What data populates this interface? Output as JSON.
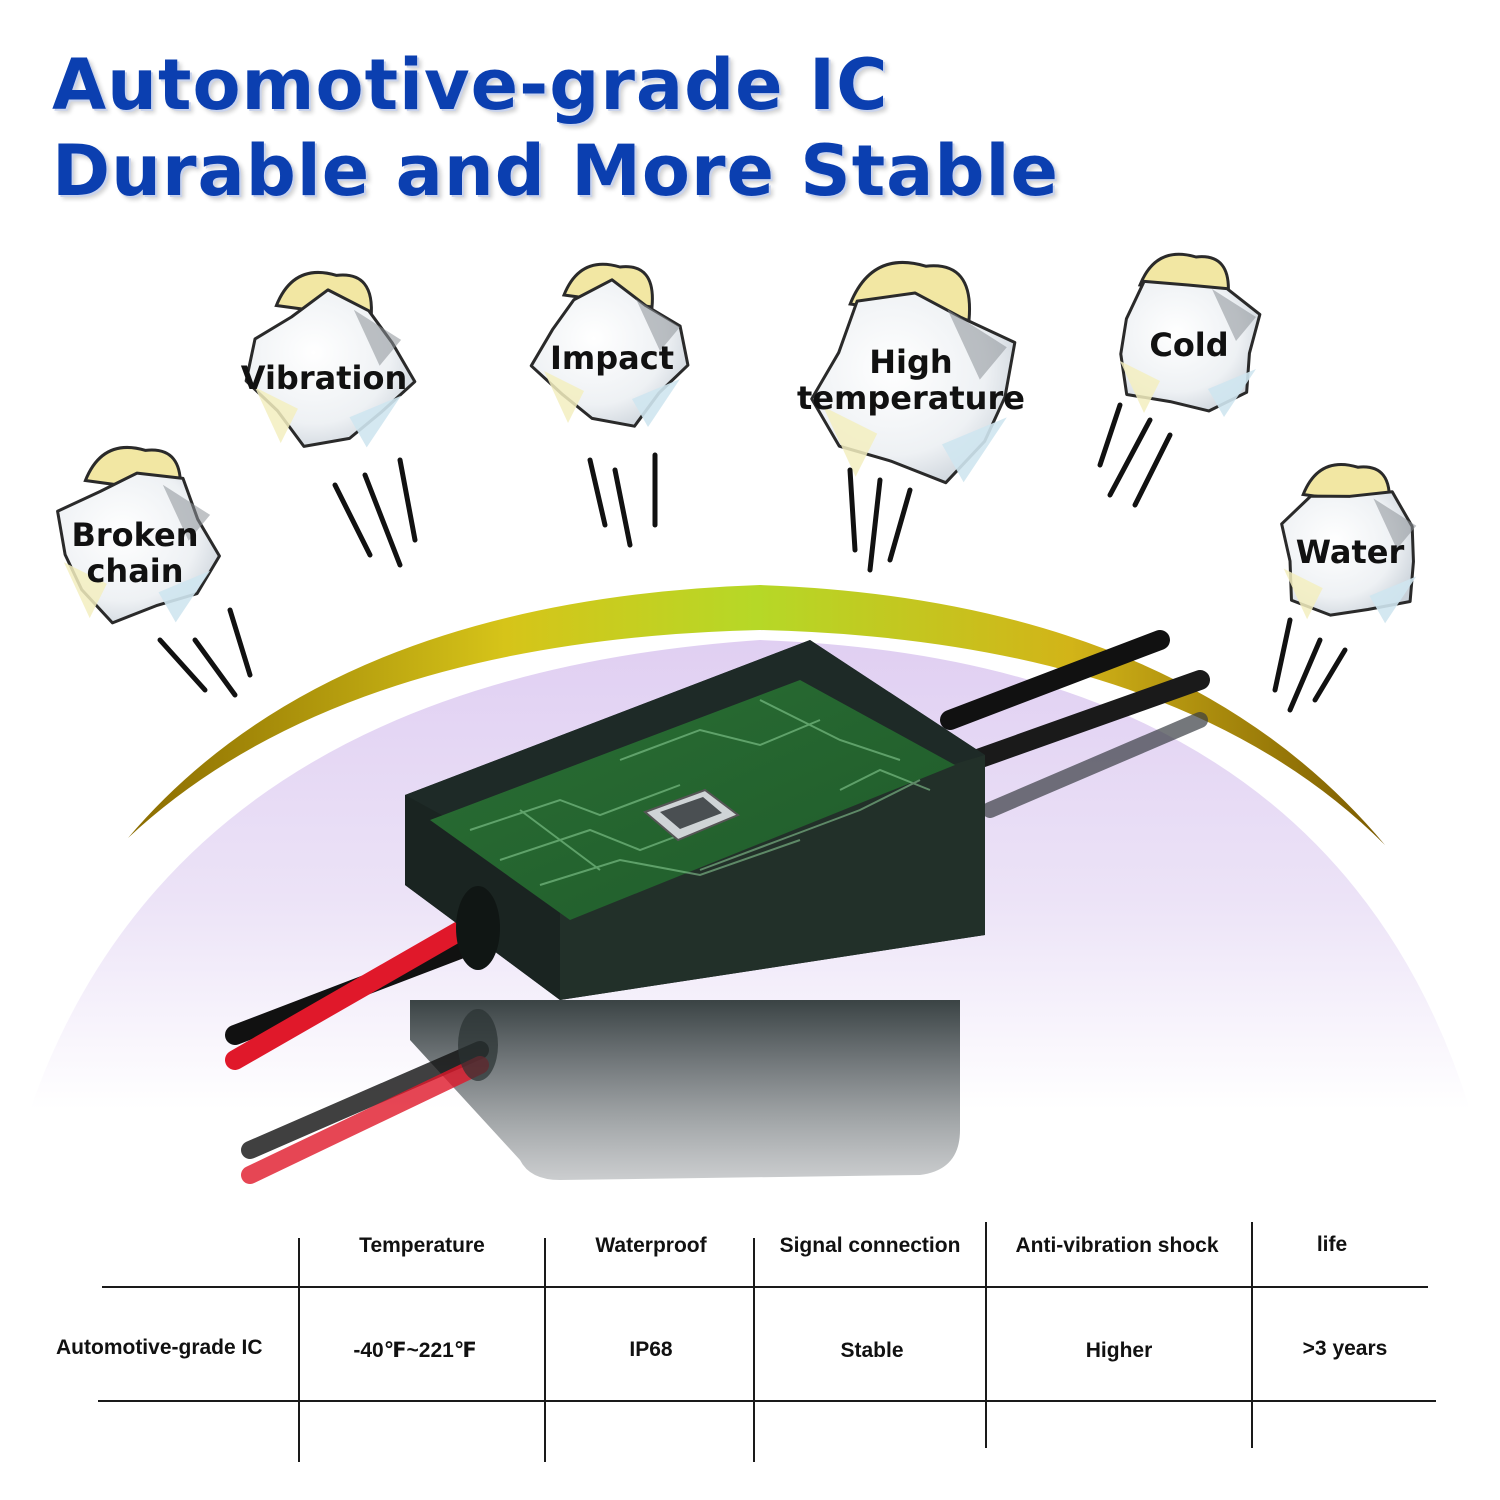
{
  "headline": {
    "line1": "Automotive-grade IC",
    "line2": "Durable and More Stable"
  },
  "bubbles": [
    {
      "id": "broken-chain",
      "line1": "Broken",
      "line2": "chain"
    },
    {
      "id": "vibration",
      "line1": "Vibration"
    },
    {
      "id": "impact",
      "line1": "Impact"
    },
    {
      "id": "high-temperature",
      "line1": "High",
      "line2": "temperature"
    },
    {
      "id": "cold",
      "line1": "Cold"
    },
    {
      "id": "water",
      "line1": "Water"
    }
  ],
  "comparison_table": {
    "headers": [
      "Temperature",
      "Waterproof",
      "Signal connection",
      "Anti-vibration shock",
      "life"
    ],
    "rows": [
      {
        "label": "Automotive-grade IC",
        "values": [
          "-40℉~221℉",
          "IP68",
          "Stable",
          "Higher",
          ">3 years"
        ]
      }
    ]
  },
  "colors": {
    "headline": "#0b3fb0",
    "arc_yellow": "#d9d21a",
    "arc_green": "#9acd32",
    "backdrop_lilac": "#e2d4f3",
    "device_body": "#1f2a27",
    "pcb_green": "#2e7d3a",
    "wire_red": "#e0182a",
    "wire_black": "#151515"
  }
}
